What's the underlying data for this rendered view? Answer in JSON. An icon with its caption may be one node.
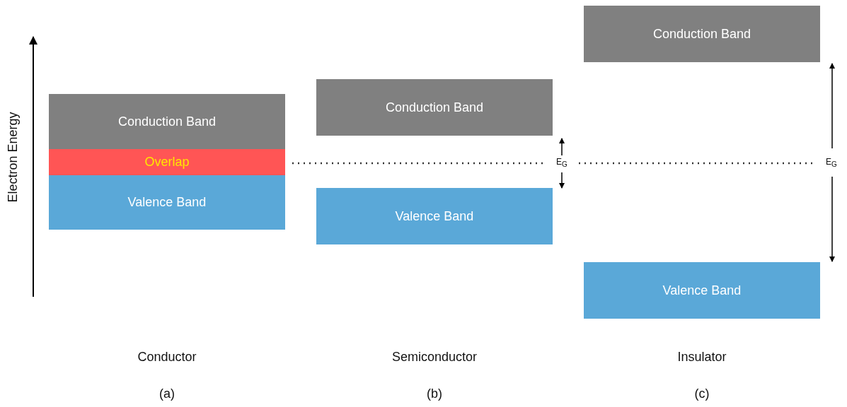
{
  "diagram": {
    "nodes": [
      {
        "text": [
          "Conduction Band"
        ]
      },
      {
        "text": [
          "Overlap"
        ]
      },
      {
        "text": [
          "Valence Band"
        ]
      },
      {
        "text": [
          "Conduction Band"
        ]
      },
      {
        "text": [
          "Valence Band"
        ]
      },
      {
        "text": [
          "Conduction Band"
        ]
      },
      {
        "text": [
          "Valence Band"
        ]
      }
    ],
    "labels": [
      "Electron Energy",
      "E$_{G}$",
      "E$_{G}$",
      "Conductor",
      "Semiconductor",
      "Insulator",
      "(a)",
      "(b)",
      "(c)"
    ]
  }
}
